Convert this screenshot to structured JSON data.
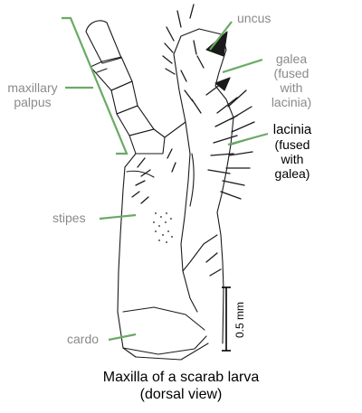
{
  "labels": {
    "uncus": "uncus",
    "galea_line1": "galea",
    "galea_line2": "(fused",
    "galea_line3": "with",
    "galea_line4": "lacinia)",
    "lacinia_line1": "lacinia",
    "lacinia_line2": "(fused",
    "lacinia_line3": "with",
    "lacinia_line4": "galea)",
    "maxillary_line1": "maxillary",
    "maxillary_line2": "palpus",
    "stipes": "stipes",
    "cardo": "cardo"
  },
  "scale_bar": {
    "label": "0.5 mm"
  },
  "caption": {
    "line1": "Maxilla of a scarab larva",
    "line2": "(dorsal view)"
  },
  "colors": {
    "leader_line": "#6aaa64",
    "label_gray": "#8a8a8a",
    "drawing": "#1a1a1a"
  }
}
